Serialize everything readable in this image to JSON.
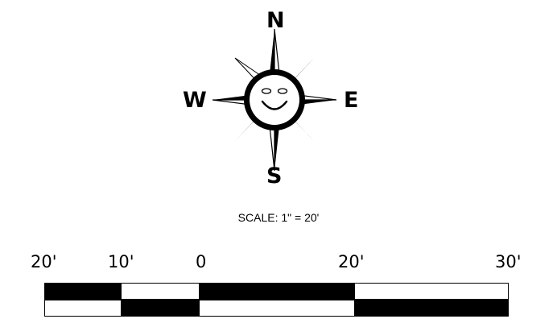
{
  "compass": {
    "north": "N",
    "east": "E",
    "south": "S",
    "west": "W",
    "icon": "compass-rose-sun-face-icon",
    "color": "#000000"
  },
  "scale": {
    "label": "SCALE: 1\" = 20'",
    "ticks": [
      "20'",
      "10'",
      "0",
      "20'",
      "30'"
    ],
    "segments": [
      {
        "top": "black",
        "bottom": "white"
      },
      {
        "top": "white",
        "bottom": "black"
      },
      {
        "top": "black",
        "bottom": "white"
      },
      {
        "top": "white",
        "bottom": "black"
      }
    ]
  }
}
